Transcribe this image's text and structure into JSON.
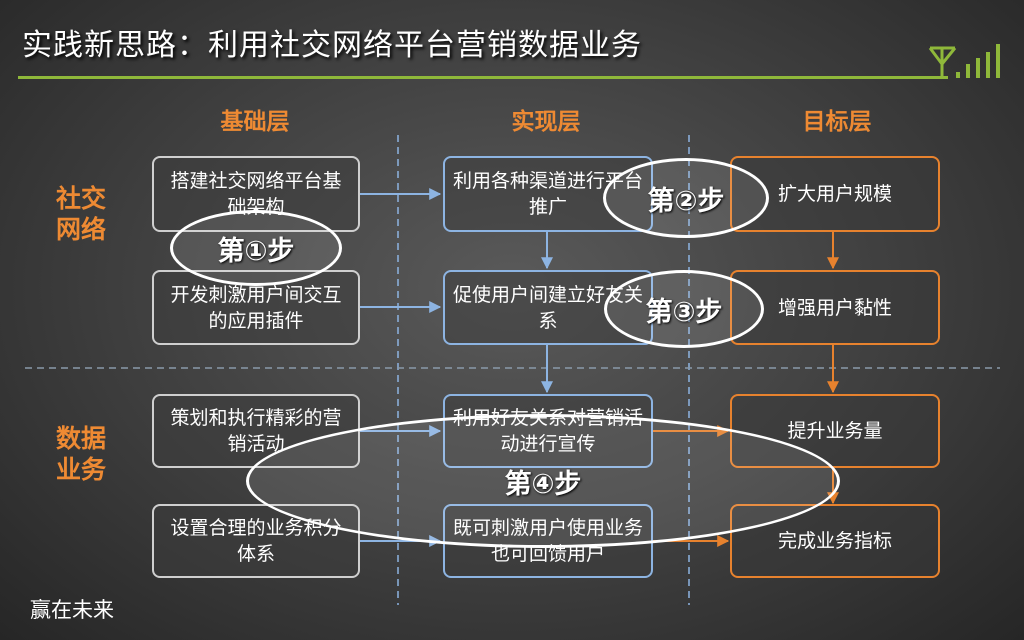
{
  "title": "实践新思路：利用社交网络平台营销数据业务",
  "columns": [
    "基础层",
    "实现层",
    "目标层"
  ],
  "rows": [
    "社交网络",
    "数据业务"
  ],
  "boxes": {
    "base": [
      "搭建社交网络平台基础架构",
      "开发刺激用户间交互的应用插件",
      "策划和执行精彩的营销活动",
      "设置合理的业务积分体系"
    ],
    "impl": [
      "利用各种渠道进行平台推广",
      "促使用户间建立好友关系",
      "利用好友关系对营销活动进行宣传",
      "既可刺激用户使用业务也可回馈用户"
    ],
    "goal": [
      "扩大用户规模",
      "增强用户黏性",
      "提升业务量",
      "完成业务指标"
    ]
  },
  "steps": [
    "第①步",
    "第②步",
    "第③步",
    "第④步"
  ],
  "footer": "赢在未来",
  "colors": {
    "accent": "#ee8a33",
    "green": "#8fb83a",
    "blue": "#8db4e2"
  }
}
